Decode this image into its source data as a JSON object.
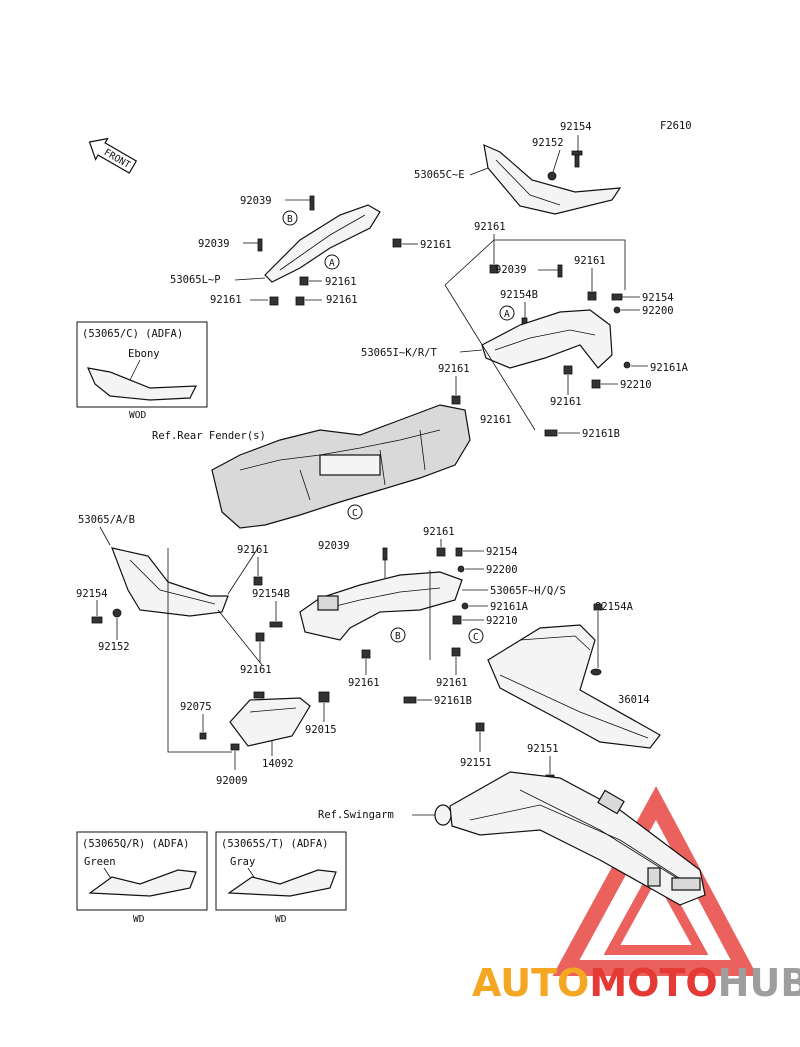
{
  "figure_code": "F2610",
  "front_label": "FRONT",
  "callouts": {
    "a": "A",
    "b": "B",
    "c": "C"
  },
  "labels": {
    "l53065ce": "53065C~E",
    "l92154_top": "92154",
    "l92152_top": "92152",
    "l92039_a": "92039",
    "l92039_b": "92039",
    "l53065lp": "53065L~P",
    "l92161_a": "92161",
    "l92161_b": "92161",
    "l92161_c": "92161",
    "l92161_d": "92161",
    "l92161_e": "92161",
    "l92039_c": "92039",
    "l92161_f": "92161",
    "l92154b_a": "92154B",
    "l92154_r": "92154",
    "l92200_r": "92200",
    "l53065ikrt": "53065I~K/R/T",
    "l92161_g": "92161",
    "l92161a_r": "92161A",
    "l92210_r": "92210",
    "l92161_h": "92161",
    "l92161_i": "92161",
    "l92161b_r": "92161B",
    "ref_rear_fender": "Ref.Rear Fender(s)",
    "l53065ab": "53065/A/B",
    "l92161_j": "92161",
    "l92039_d": "92039",
    "l92161_k": "92161",
    "l92154_m": "92154",
    "l92200_m": "92200",
    "l92154_l": "92154",
    "l92154b_b": "92154B",
    "l53065fhqs": "53065F~H/Q/S",
    "l92161a_m": "92161A",
    "l92210_m": "92210",
    "l92154a": "92154A",
    "l92152_l": "92152",
    "l92161_l": "92161",
    "l92161_m": "92161",
    "l92161_n": "92161",
    "l92161b_m": "92161B",
    "l36014": "36014",
    "l92075": "92075",
    "l92015": "92015",
    "l14092": "14092",
    "l92009": "92009",
    "l92151_a": "92151",
    "l92151_b": "92151",
    "ref_swingarm": "Ref.Swingarm"
  },
  "inset_boxes": [
    {
      "title": "(53065/C) (ADFA)",
      "color": "Ebony",
      "code": "WOD"
    },
    {
      "title": "(53065Q/R) (ADFA)",
      "color": "Green",
      "code": "WD"
    },
    {
      "title": "(53065S/T) (ADFA)",
      "color": "Gray",
      "code": "WD"
    }
  ],
  "watermark": {
    "part1": "AUTO",
    "part2": "MOTO",
    "part3": "HUB",
    "color1": "#f5a623",
    "color2": "#e53935",
    "color3": "#9e9e9e"
  }
}
